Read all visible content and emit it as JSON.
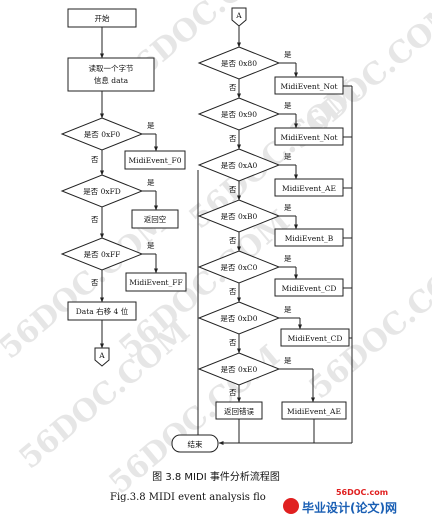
{
  "watermark": "56DOC.COM",
  "left_column": {
    "start": "开始",
    "read_line1": "读取一个字节",
    "read_line2": "信息 data",
    "d1": "是否 0xF0",
    "d1_yes": "是",
    "d1_no": "否",
    "r1": "MidiEvent_F0",
    "d2": "是否 0xFD",
    "d2_yes": "是",
    "d2_no": "否",
    "r2": "返回空",
    "d3": "是否 0xFF",
    "d3_yes": "是",
    "d3_no": "否",
    "r3": "MidiEvent_FF",
    "shift": "Data 右移 4 位",
    "connector": "A"
  },
  "right_column": {
    "connector": "A",
    "d1": "是否 0x80",
    "r1": "MidiEvent_Not",
    "d2": "是否 0x90",
    "r2": "MidiEvent_Not",
    "d3": "是否 0xA0",
    "r3": "MidiEvent_AE",
    "d4": "是否 0xB0",
    "r4": "MidiEvent_B",
    "d5": "是否 0xC0",
    "r5": "MidiEvent_CD",
    "d6": "是否 0xD0",
    "r6": "MidiEvent_CD",
    "d7": "是否 0xE0",
    "r7": "MidiEvent_AE",
    "err": "返回错误",
    "end": "结束",
    "yes": "是",
    "no": "否"
  },
  "caption_cn": "图 3.8 MIDI 事件分析流程图",
  "caption_en": "Fig.3.8 MIDI event analysis flo",
  "logo_url": "56DOC.com",
  "logo_text": "毕业设计(论文)网",
  "colors": {
    "line": "#222222",
    "watermark": "#e6e6e6",
    "logo_red": "#e02020",
    "logo_blue": "#1a5fb4"
  }
}
